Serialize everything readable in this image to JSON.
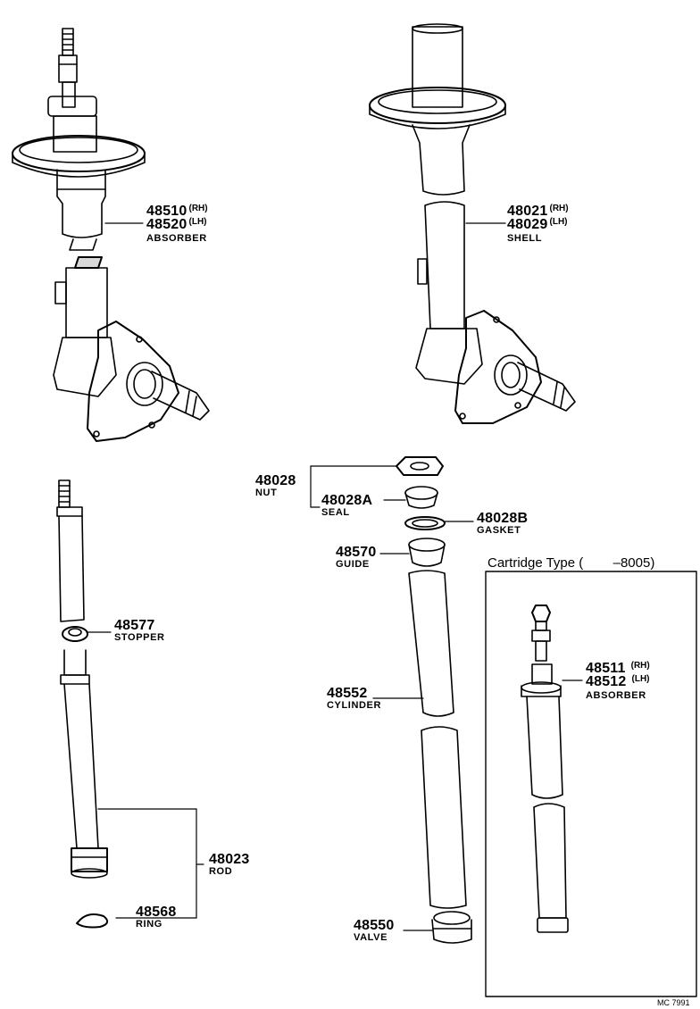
{
  "parts": {
    "absorber_top": {
      "n1": "48510",
      "s1": "(RH)",
      "n2": "48520",
      "s2": "(LH)",
      "name": "ABSORBER"
    },
    "shell": {
      "n1": "48021",
      "s1": "(RH)",
      "n2": "48029",
      "s2": "(LH)",
      "name": "SHELL"
    },
    "stopper": {
      "n": "48577",
      "name": "STOPPER"
    },
    "rod": {
      "n": "48023",
      "name": "ROD"
    },
    "ring": {
      "n": "48568",
      "name": "RING"
    },
    "nut": {
      "n": "48028",
      "name": "NUT"
    },
    "seal": {
      "n": "48028A",
      "name": "SEAL"
    },
    "gasket": {
      "n": "48028B",
      "name": "GASKET"
    },
    "guide": {
      "n": "48570",
      "name": "GUIDE"
    },
    "cylinder": {
      "n": "48552",
      "name": "CYLINDER"
    },
    "valve": {
      "n": "48550",
      "name": "VALVE"
    },
    "absorber_cart": {
      "n1": "48511",
      "s1": "(RH)",
      "n2": "48512",
      "s2": "(LH)",
      "name": "ABSORBER"
    }
  },
  "cartridge": {
    "title": "Cartridge Type (        –8005)"
  },
  "code": "MC 7991"
}
